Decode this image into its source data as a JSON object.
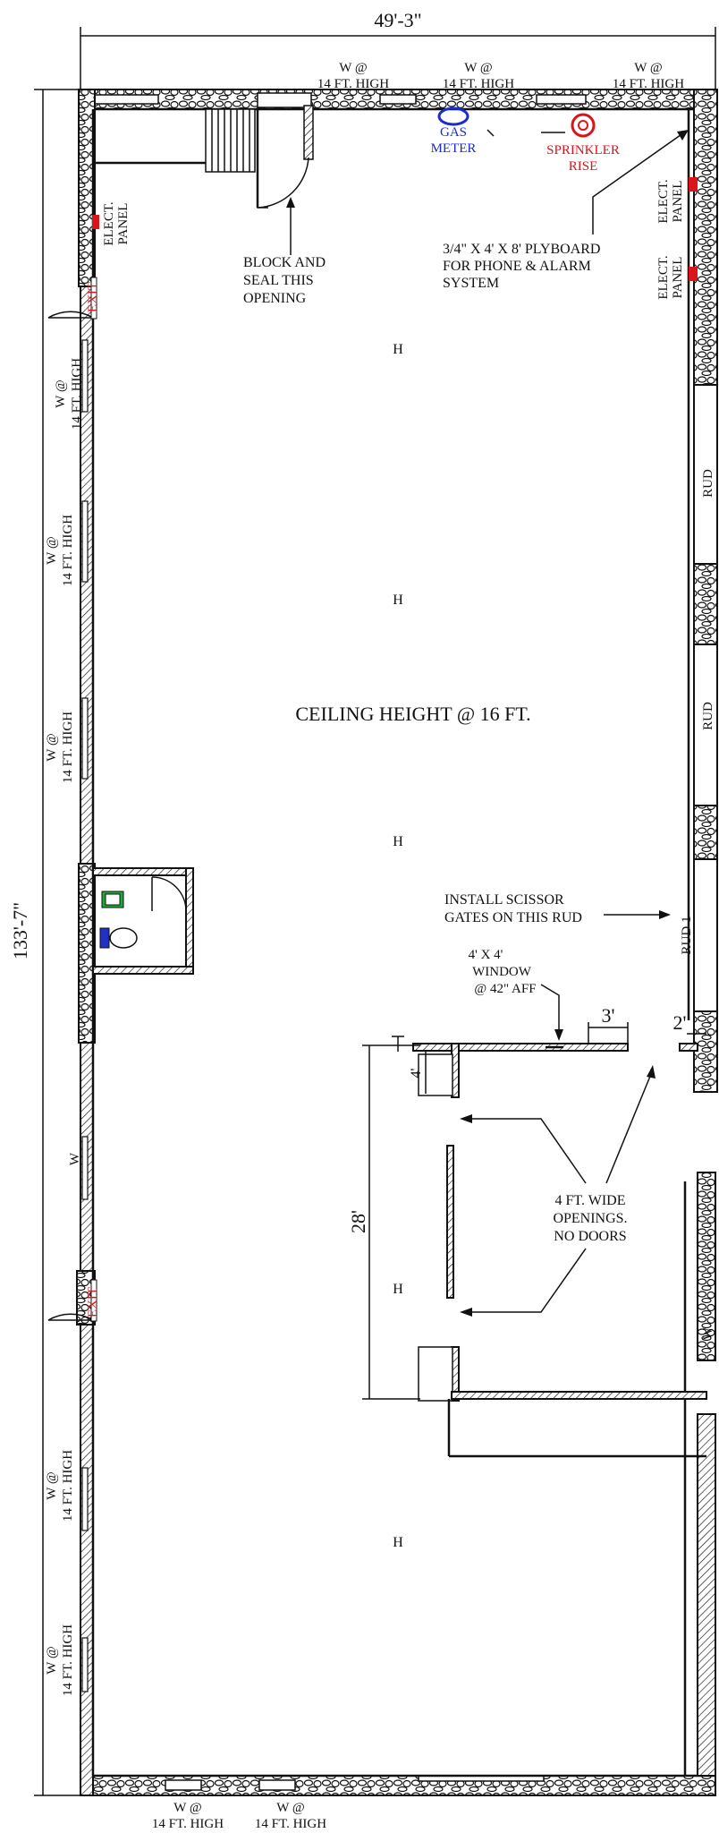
{
  "dimensions": {
    "width": "49'-3\"",
    "length": "133'-7\"",
    "room_depth": "28'",
    "dim_4": "4'",
    "dim_3": "3'",
    "dim_2": "2'"
  },
  "labels": {
    "wall_top_1": [
      "W @",
      "14 FT. HIGH"
    ],
    "wall_top_2": [
      "W @",
      "14 FT. HIGH"
    ],
    "wall_top_3": [
      "W @",
      "14 FT. HIGH"
    ],
    "wall_bottom_1": [
      "W @",
      "14 FT. HIGH"
    ],
    "wall_bottom_2": [
      "W @",
      "14 FT. HIGH"
    ],
    "wall_left_1": [
      "W @",
      "14 FT. HIGH"
    ],
    "wall_left_2": [
      "W @",
      "14 FT. HIGH"
    ],
    "wall_left_3": [
      "W @",
      "14 FT. HIGH"
    ],
    "wall_left_4": [
      "W @",
      "14 FT. HIGH"
    ],
    "wall_left_5": [
      "W @",
      "14 FT. HIGH"
    ],
    "wall_left_w": "W",
    "wall_right_w": "W",
    "gas_meter": [
      "GAS",
      "METER"
    ],
    "sprinkler": [
      "SPRINKLER",
      "RISE"
    ],
    "plyboard": [
      "3/4\" X 4' X 8' PLYBOARD",
      "FOR PHONE & ALARM",
      "SYSTEM"
    ],
    "block_seal": [
      "BLOCK AND",
      "SEAL THIS",
      "OPENING"
    ],
    "elect_panel_left": [
      "ELECT.",
      "PANEL"
    ],
    "elect_panel_right_1": [
      "ELECT.",
      "PANEL"
    ],
    "elect_panel_right_2": [
      "ELECT.",
      "PANEL"
    ],
    "exit_1": "EXIT",
    "exit_2": "EXIT",
    "ceiling": "CEILING HEIGHT @ 16 FT.",
    "rud_a": "RUD",
    "rud_b": "RUD",
    "rud_1": "RUD 1",
    "scissor": [
      "INSTALL SCISSOR",
      "GATES ON THIS RUD"
    ],
    "window": [
      "4' X 4'",
      "WINDOW",
      "@ 42\" AFF"
    ],
    "openings": [
      "4 FT. WIDE",
      "OPENINGS.",
      "NO DOORS"
    ],
    "light_marker": "H"
  },
  "colors": {
    "exit": "#d9151b",
    "gas": "#1a2ccf",
    "sprinkler": "#d9151b",
    "elect": "#d9151b",
    "sink": "#1fa83a",
    "toilet_tank": "#2230c8"
  }
}
